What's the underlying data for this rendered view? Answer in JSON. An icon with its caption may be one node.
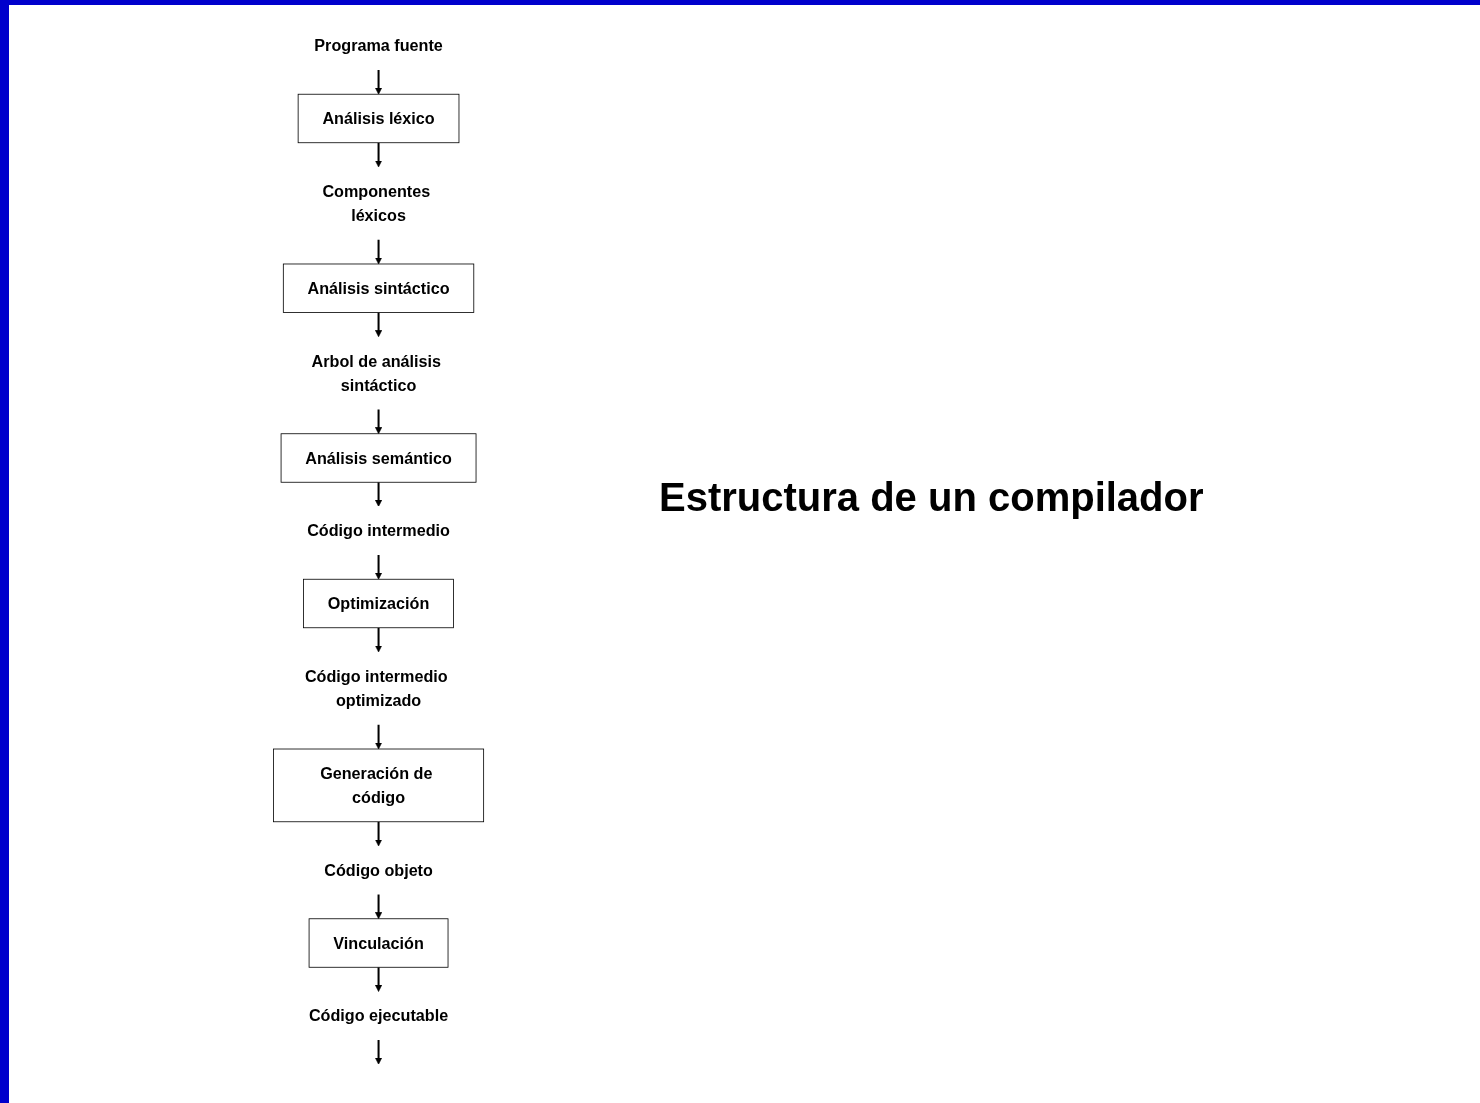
{
  "diagram": {
    "title": "Estructura de un compilador",
    "nodes": [
      {
        "text": [
          "Programa fuente"
        ]
      },
      {
        "text": [
          "Análisis léxico"
        ]
      },
      {
        "text": [
          "Componentes léxicos"
        ]
      },
      {
        "text": [
          "Análisis sintáctico"
        ]
      },
      {
        "text": [
          "Arbol de análisis sintáctico"
        ]
      },
      {
        "text": [
          "Análisis semántico"
        ]
      },
      {
        "text": [
          "Código intermedio"
        ]
      },
      {
        "text": [
          "Optimización"
        ]
      },
      {
        "text": [
          "Código intermedio optimizado"
        ]
      },
      {
        "text": [
          "Generación de código"
        ]
      },
      {
        "text": [
          "Código objeto"
        ]
      },
      {
        "text": [
          "Vinculación"
        ]
      },
      {
        "text": [
          "Código ejecutable"
        ]
      }
    ],
    "edges": [
      {
        "from": 0,
        "to": 1,
        "arrow": "to"
      },
      {
        "from": 1,
        "to": 2,
        "arrow": "to"
      },
      {
        "from": 2,
        "to": 3,
        "arrow": "to"
      },
      {
        "from": 3,
        "to": 4,
        "arrow": "to"
      },
      {
        "from": 4,
        "to": 5,
        "arrow": "to"
      },
      {
        "from": 5,
        "to": 6,
        "arrow": "to"
      },
      {
        "from": 6,
        "to": 7,
        "arrow": "to"
      },
      {
        "from": 7,
        "to": 8,
        "arrow": "to"
      },
      {
        "from": 8,
        "to": 9,
        "arrow": "to"
      },
      {
        "from": 9,
        "to": 10,
        "arrow": "to"
      },
      {
        "from": 10,
        "to": 11,
        "arrow": "to"
      },
      {
        "from": 11,
        "to": 12,
        "arrow": "to"
      },
      {
        "from": 12,
        "to": null,
        "arrow": "to"
      }
    ]
  }
}
